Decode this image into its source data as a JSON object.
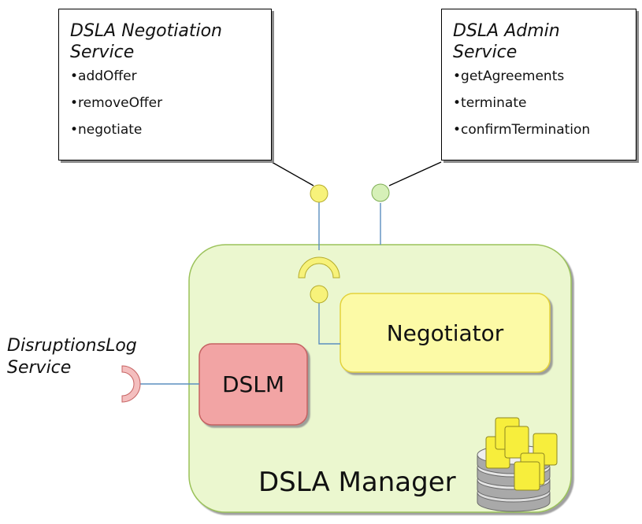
{
  "negotiation_service": {
    "title_line1": "DSLA Negotiation",
    "title_line2": "Service",
    "operations": [
      "addOffer",
      "removeOffer",
      "negotiate"
    ]
  },
  "admin_service": {
    "title_line1": "DSLA Admin",
    "title_line2": "Service",
    "operations": [
      "getAgreements",
      "terminate",
      "confirmTermination"
    ]
  },
  "disruptions_service": {
    "title_line1": "DisruptionsLog",
    "title_line2": "Service"
  },
  "components": {
    "manager": "DSLA Manager",
    "negotiator": "Negotiator",
    "dslm": "DSLM"
  },
  "colors": {
    "manager_fill": "#ebf7cf",
    "manager_border": "#9bc25a",
    "negotiator_fill": "#fcfaa6",
    "negotiator_border": "#e3d23a",
    "dslm_fill": "#f2a4a4",
    "dslm_border": "#c66262",
    "yellow_port": "#f7f27a",
    "green_port": "#d6f0b8",
    "connector": "#5b8fbf",
    "socket_red": "#f4bebe"
  }
}
